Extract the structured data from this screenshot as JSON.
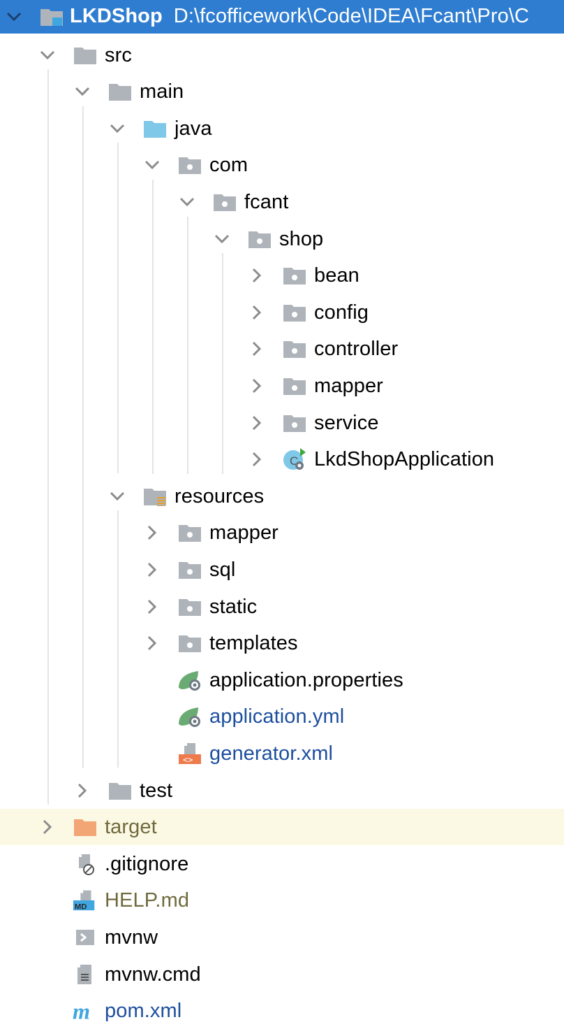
{
  "colors": {
    "selection": "#2f7dd0",
    "excluded_bg": "#fbf9e3",
    "folder_gray": "#aeb4ba",
    "source_root_blue": "#7fc8e8",
    "excluded_orange": "#f3a675",
    "modified_blue": "#1d4f9e",
    "untracked_olive": "#706a3e",
    "spring_green": "#6aab73"
  },
  "tree": [
    {
      "id": "lkdshop",
      "name": "LKDShop",
      "path": "D:\\fcofficework\\Code\\IDEA\\Fcant\\Pro\\C",
      "depth": 0,
      "arrow": "expanded",
      "icon": "module-folder-icon",
      "selected": true,
      "text_color": "#ffffff"
    },
    {
      "id": "src",
      "name": "src",
      "depth": 1,
      "arrow": "expanded",
      "icon": "folder-icon"
    },
    {
      "id": "main",
      "name": "main",
      "depth": 2,
      "arrow": "expanded",
      "icon": "folder-icon"
    },
    {
      "id": "java",
      "name": "java",
      "depth": 3,
      "arrow": "expanded",
      "icon": "source-root-folder-icon"
    },
    {
      "id": "com",
      "name": "com",
      "depth": 4,
      "arrow": "expanded",
      "icon": "package-folder-icon"
    },
    {
      "id": "fcant",
      "name": "fcant",
      "depth": 5,
      "arrow": "expanded",
      "icon": "package-folder-icon"
    },
    {
      "id": "shop",
      "name": "shop",
      "depth": 6,
      "arrow": "expanded",
      "icon": "package-folder-icon"
    },
    {
      "id": "bean",
      "name": "bean",
      "depth": 7,
      "arrow": "collapsed",
      "icon": "package-folder-icon"
    },
    {
      "id": "config",
      "name": "config",
      "depth": 7,
      "arrow": "collapsed",
      "icon": "package-folder-icon"
    },
    {
      "id": "controller",
      "name": "controller",
      "depth": 7,
      "arrow": "collapsed",
      "icon": "package-folder-icon"
    },
    {
      "id": "mapper-pkg",
      "name": "mapper",
      "depth": 7,
      "arrow": "collapsed",
      "icon": "package-folder-icon"
    },
    {
      "id": "service",
      "name": "service",
      "depth": 7,
      "arrow": "collapsed",
      "icon": "package-folder-icon"
    },
    {
      "id": "lkdshopapp",
      "name": "LkdShopApplication",
      "depth": 7,
      "arrow": "collapsed",
      "icon": "spring-boot-class-icon"
    },
    {
      "id": "resources",
      "name": "resources",
      "depth": 3,
      "arrow": "expanded",
      "icon": "resources-folder-icon"
    },
    {
      "id": "mapper-res",
      "name": "mapper",
      "depth": 4,
      "arrow": "collapsed",
      "icon": "package-folder-icon"
    },
    {
      "id": "sql",
      "name": "sql",
      "depth": 4,
      "arrow": "collapsed",
      "icon": "package-folder-icon"
    },
    {
      "id": "static",
      "name": "static",
      "depth": 4,
      "arrow": "collapsed",
      "icon": "package-folder-icon"
    },
    {
      "id": "templates",
      "name": "templates",
      "depth": 4,
      "arrow": "collapsed",
      "icon": "package-folder-icon"
    },
    {
      "id": "app-props",
      "name": "application.properties",
      "depth": 4,
      "arrow": "none",
      "icon": "spring-config-icon"
    },
    {
      "id": "app-yml",
      "name": "application.yml",
      "depth": 4,
      "arrow": "none",
      "icon": "spring-config-icon",
      "text_color": "#1d4f9e"
    },
    {
      "id": "generator",
      "name": "generator.xml",
      "depth": 4,
      "arrow": "none",
      "icon": "xml-file-icon",
      "text_color": "#1d4f9e"
    },
    {
      "id": "test",
      "name": "test",
      "depth": 2,
      "arrow": "collapsed",
      "icon": "folder-icon"
    },
    {
      "id": "target",
      "name": "target",
      "depth": 1,
      "arrow": "collapsed",
      "icon": "excluded-folder-icon",
      "excluded": true,
      "text_color": "#706a3e"
    },
    {
      "id": "gitignore",
      "name": ".gitignore",
      "depth": 1,
      "arrow": "none",
      "icon": "ignore-file-icon"
    },
    {
      "id": "help",
      "name": "HELP.md",
      "depth": 1,
      "arrow": "none",
      "icon": "markdown-file-icon",
      "text_color": "#706a3e"
    },
    {
      "id": "mvnw",
      "name": "mvnw",
      "depth": 1,
      "arrow": "none",
      "icon": "shell-script-icon"
    },
    {
      "id": "mvnwcmd",
      "name": "mvnw.cmd",
      "depth": 1,
      "arrow": "none",
      "icon": "text-file-icon"
    },
    {
      "id": "pom",
      "name": "pom.xml",
      "depth": 1,
      "arrow": "none",
      "icon": "maven-pom-icon",
      "text_color": "#1d4f9e"
    }
  ]
}
